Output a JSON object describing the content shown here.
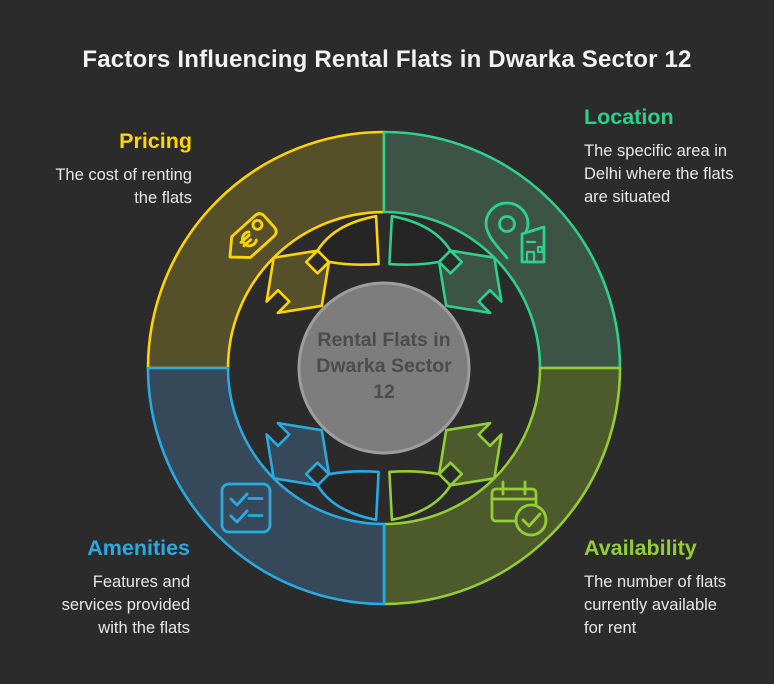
{
  "title": "Factors Influencing Rental Flats in Dwarka Sector 12",
  "center": {
    "label": "Rental Flats in Dwarka Sector 12",
    "lines": [
      "Rental Flats in",
      "Dwarka Sector",
      "12"
    ]
  },
  "quadrants": [
    {
      "id": "pricing",
      "position": "top-left",
      "label": "Pricing",
      "desc_lines": [
        "The cost of renting",
        "the flats"
      ],
      "accent": "#FFD400",
      "fill": "#56502A",
      "icon": "price-tag-icon"
    },
    {
      "id": "location",
      "position": "top-right",
      "label": "Location",
      "desc_lines": [
        "The specific area in",
        "Delhi where the flats",
        "are situated"
      ],
      "accent": "#2FD08C",
      "fill": "#3C5446",
      "icon": "location-pin-building-icon"
    },
    {
      "id": "amenities",
      "position": "bottom-left",
      "label": "Amenities",
      "desc_lines": [
        "Features and",
        "services provided",
        "with the flats"
      ],
      "accent": "#29ABE2",
      "fill": "#35495A",
      "icon": "checklist-icon"
    },
    {
      "id": "availability",
      "position": "bottom-right",
      "label": "Availability",
      "desc_lines": [
        "The number of flats",
        "currently available",
        "for rent"
      ],
      "accent": "#94CE35",
      "fill": "#4C5A2C",
      "icon": "calendar-check-icon"
    }
  ],
  "colors": {
    "background": "#2B2B2B",
    "band_fill": "#252525",
    "center_fill": "#7D7D7D",
    "center_stroke": "#9E9E9E",
    "center_text": "#4C4C4C",
    "body_text": "#E8E8E8",
    "title_text": "#F2F2F2"
  }
}
